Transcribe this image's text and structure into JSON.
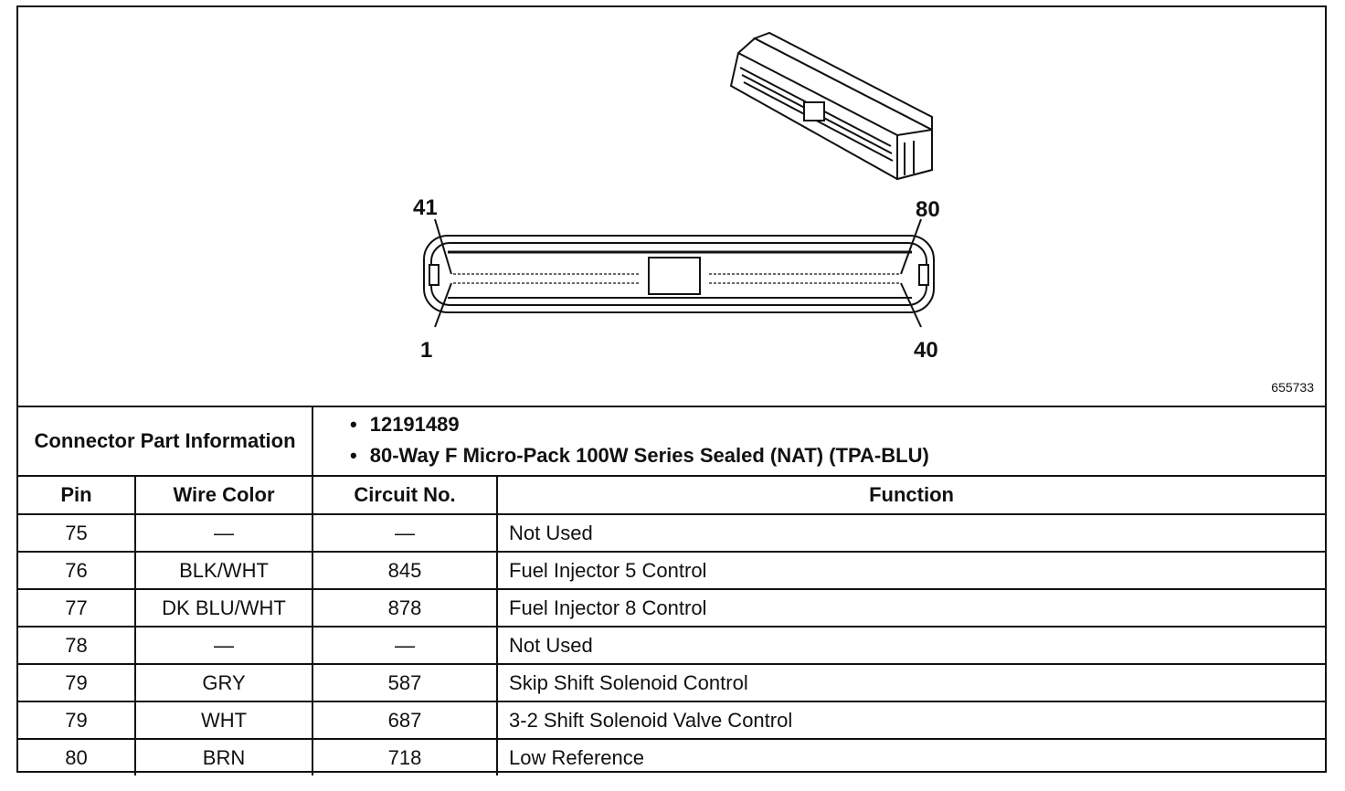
{
  "figure": {
    "pin_labels": {
      "top_left": "41",
      "top_right": "80",
      "bottom_left": "1",
      "bottom_right": "40"
    },
    "figure_id": "655733"
  },
  "info": {
    "label": "Connector Part Information",
    "items": [
      "12191489",
      "80-Way F Micro-Pack 100W Series Sealed (NAT) (TPA-BLU)"
    ]
  },
  "table": {
    "headers": {
      "pin": "Pin",
      "wire_color": "Wire Color",
      "circuit_no": "Circuit No.",
      "function": "Function"
    },
    "rows": [
      {
        "pin": "75",
        "wire_color": "—",
        "circuit_no": "—",
        "function": "Not Used"
      },
      {
        "pin": "76",
        "wire_color": "BLK/WHT",
        "circuit_no": "845",
        "function": "Fuel Injector 5 Control"
      },
      {
        "pin": "77",
        "wire_color": "DK BLU/WHT",
        "circuit_no": "878",
        "function": "Fuel Injector 8 Control"
      },
      {
        "pin": "78",
        "wire_color": "—",
        "circuit_no": "—",
        "function": "Not Used"
      },
      {
        "pin": "79",
        "wire_color": "GRY",
        "circuit_no": "587",
        "function": "Skip Shift Solenoid Control"
      },
      {
        "pin": "79",
        "wire_color": "WHT",
        "circuit_no": "687",
        "function": "3-2 Shift Solenoid Valve Control"
      },
      {
        "pin": "80",
        "wire_color": "BRN",
        "circuit_no": "718",
        "function": "Low Reference"
      }
    ]
  }
}
